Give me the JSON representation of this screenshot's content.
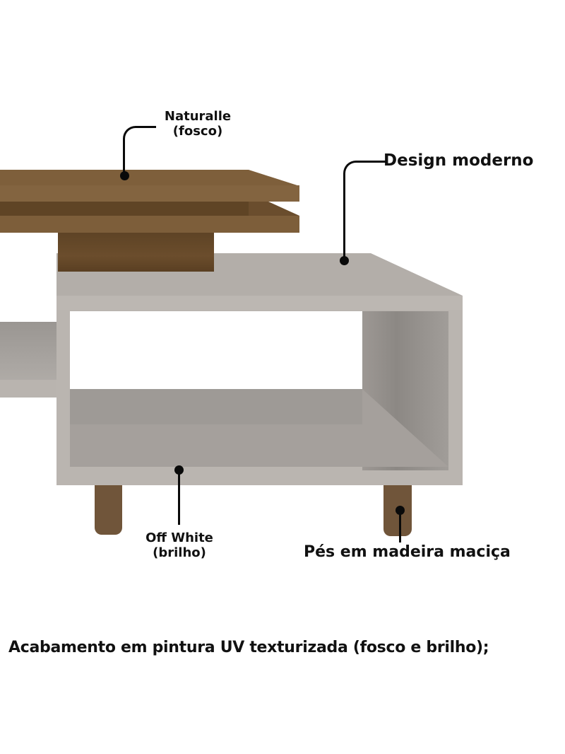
{
  "callouts": {
    "naturalle": {
      "line1": "Naturalle",
      "line2": "(fosco)"
    },
    "design": {
      "text": "Design moderno"
    },
    "offwhite": {
      "line1": "Off White",
      "line2": "(brilho)"
    },
    "pes": {
      "text": "Pés em madeira maciça"
    }
  },
  "caption": {
    "text": "Acabamento em pintura UV texturizada (fosco e brilho);"
  },
  "colors": {
    "wood": "#7b5c38",
    "wood_dark": "#5e4325",
    "offwhite": "#b5b0ab",
    "offwhite_shadow": "#8e8a86",
    "text": "#111111",
    "background": "#ffffff"
  }
}
